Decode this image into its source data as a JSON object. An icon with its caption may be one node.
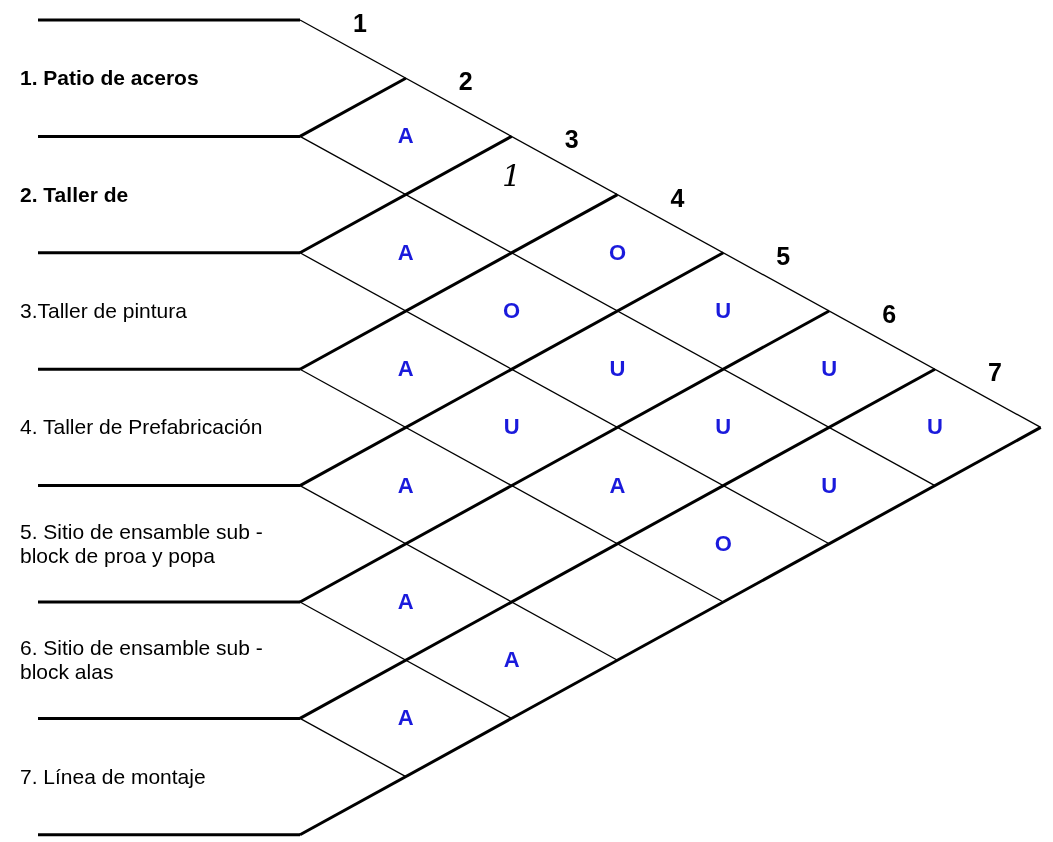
{
  "diagram": {
    "labels": [
      "1. Patio de aceros",
      "2. Taller de",
      "3.Taller de pintura",
      "4. Taller de Prefabricación",
      "5. Sitio de ensamble sub -block de proa y popa",
      "6. Sitio de ensamble sub -block alas",
      "7. Línea de montaje",
      "1",
      "2",
      "3",
      "4",
      "5",
      "6",
      "7",
      "A",
      "1",
      "A",
      "O",
      "O",
      "U",
      "A",
      "U",
      "U",
      "U",
      "U",
      "U",
      "A",
      "A",
      "U",
      "O",
      "A",
      "A",
      "A"
    ]
  }
}
